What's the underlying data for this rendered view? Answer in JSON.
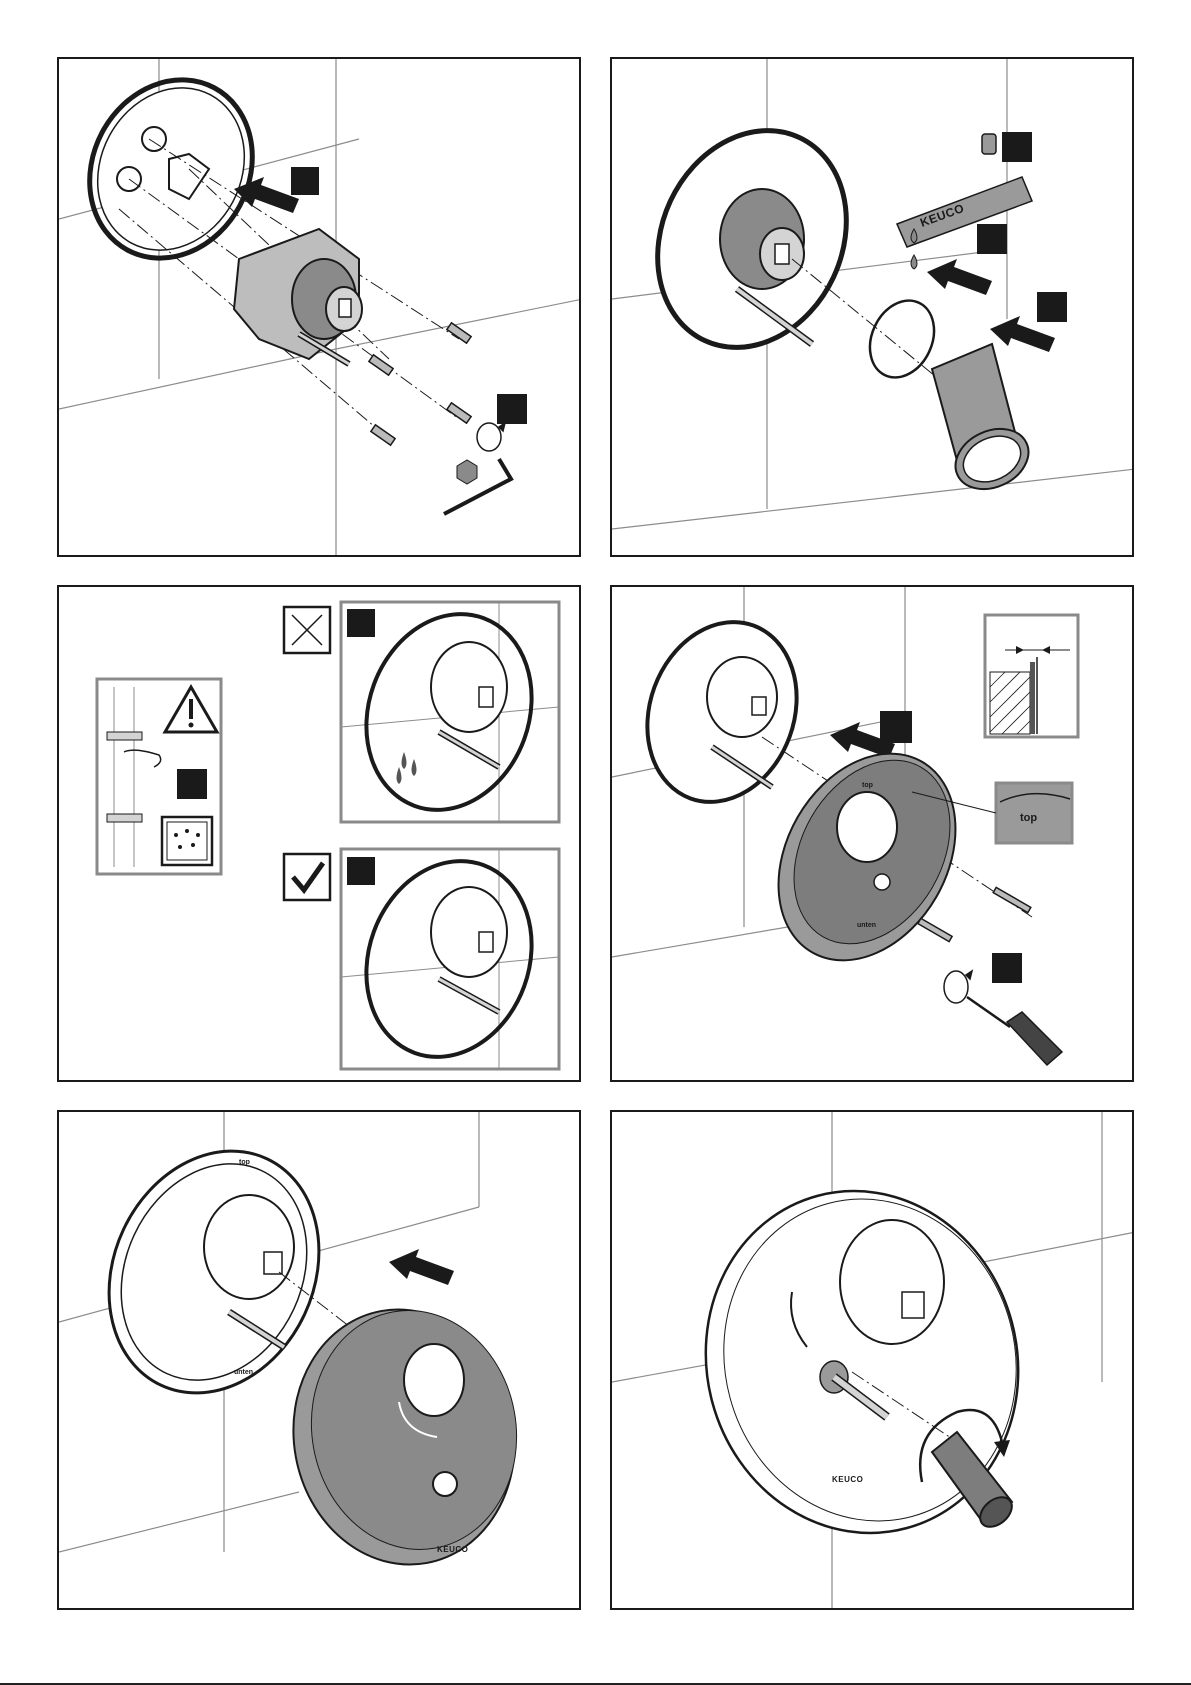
{
  "document": {
    "panels": [
      {
        "id": 1,
        "description_icons": [
          "mounting-ring",
          "valve-body",
          "screws",
          "allen-key",
          "hex-icon",
          "rotate-icon"
        ]
      },
      {
        "id": 2,
        "description_icons": [
          "valve-with-ring",
          "grease-tube",
          "o-ring",
          "sleeve",
          "drop-icons"
        ]
      },
      {
        "id": 3,
        "description_icons": [
          "warning-triangle",
          "water-pipe",
          "wrong-mark",
          "right-mark",
          "leak-drops"
        ]
      },
      {
        "id": 4,
        "description_icons": [
          "mounting-plate",
          "wall-gap-detail",
          "top-detail",
          "screwdriver",
          "screws"
        ]
      },
      {
        "id": 5,
        "description_icons": [
          "mounting-plate",
          "cover-rosette",
          "push-arrow"
        ]
      },
      {
        "id": 6,
        "description_icons": [
          "installed-rosette",
          "handle",
          "rotate-arrow"
        ]
      }
    ]
  },
  "labels": {
    "brand_tube": "KEUCO",
    "brand_rosette": "KEUCO",
    "brand_installed": "KEUCO",
    "plate_top": "top",
    "plate_bottom": "unten",
    "detail_top": "top",
    "plate5_top": "top",
    "plate5_bottom": "unten"
  },
  "colors": {
    "line": "#1a1a1a",
    "fill_dark": "#1f1f1f",
    "fill_gray": "#9a9a9a",
    "fill_mid": "#7d7d7d",
    "tile_line": "#8c8c8c",
    "frame_gray": "#8a8a8a"
  }
}
